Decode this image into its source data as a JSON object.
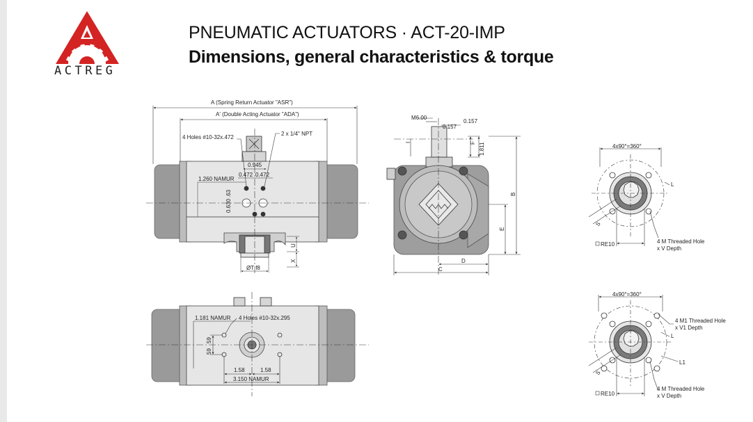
{
  "brand": {
    "name": "ACTREG",
    "logo_color": "#d42323"
  },
  "header": {
    "title": "PNEUMATIC ACTUATORS · ACT-20-IMP",
    "subtitle": "Dimensions, general characteristics & torque"
  },
  "front_view": {
    "dim_a": "A (Spring Return Actuator \"ASR\")",
    "dim_a_prime": "A' (Double Acting Actuator \"ADA\")",
    "holes": "4 Holes #10-32x.472",
    "npt": "2 x 1/4\" NPT",
    "d_0945": "0.945",
    "d_0472a": "0.472",
    "d_0472b": "0.472",
    "namur": "1.260 NAMUR",
    "d_0630": "0.630",
    "d_63": ".63",
    "u": "U",
    "x": "X",
    "t": "ØT f8"
  },
  "side_view": {
    "m6": "M6.00",
    "d_0157a": "0.157",
    "d_0157b": "0.157",
    "f": "F",
    "d_1811": "1.811",
    "i": "I",
    "b": "B",
    "e": "E",
    "d": "D",
    "c": "C"
  },
  "bottom_view": {
    "namur": "1.181 NAMUR",
    "holes": "4 Holes #10-32x.295",
    "d_59a": "59",
    "d_59b": "59",
    "d_158a": "1.58",
    "d_158b": "1.58",
    "namur2": "3.150 NAMUR"
  },
  "flange_top": {
    "angle": "4x90°=360°",
    "l": "L",
    "s": "S",
    "thread": "4 M Threaded Hole",
    "depth": "x V Depth",
    "re10": "RE10"
  },
  "flange_bottom": {
    "angle": "4x90°=360°",
    "thread1": "4 M1 Threaded Hole",
    "depth1": "x V1 Depth",
    "l": "L",
    "l1": "L1",
    "s": "S",
    "thread": "4 M Threaded Hole",
    "depth": "x V Depth",
    "re10": "RE10"
  }
}
